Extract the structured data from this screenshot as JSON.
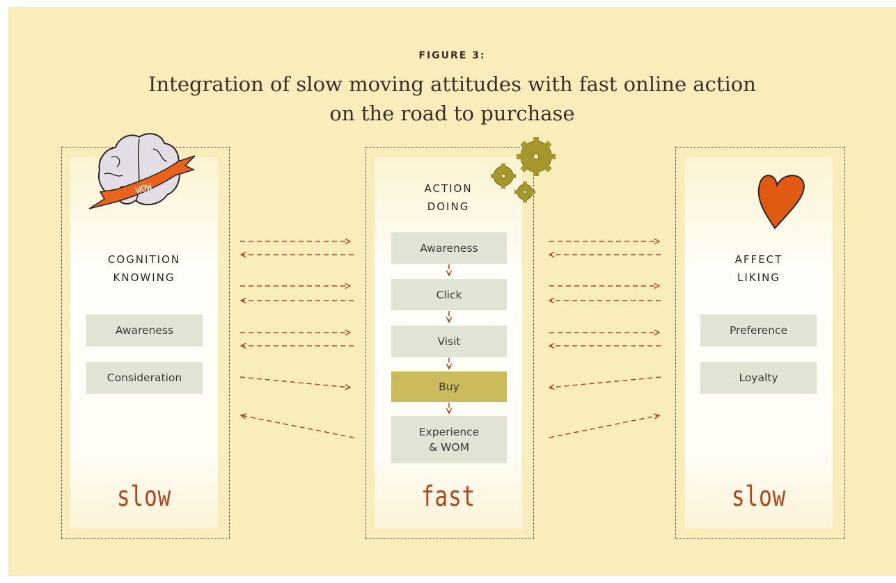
{
  "figure": {
    "label": "FIGURE 3:",
    "title_line1": "Integration of slow moving attitudes with fast online action",
    "title_line2": "on the road to purchase"
  },
  "columns": {
    "left": {
      "heading_line1": "COGNITION",
      "heading_line2": "KNOWING",
      "items": [
        "Awareness",
        "Consideration"
      ],
      "speed": "slow",
      "illustration": "brain-icon",
      "banner_text": "WOW"
    },
    "center": {
      "heading_line1": "ACTION",
      "heading_line2": "DOING",
      "items": [
        "Awareness",
        "Click",
        "Visit",
        "Buy",
        "Experience",
        "& WOM"
      ],
      "speed": "fast",
      "illustration": "gears-icon"
    },
    "right": {
      "heading_line1": "AFFECT",
      "heading_line2": "LIKING",
      "items": [
        "Preference",
        "Loyalty"
      ],
      "speed": "slow",
      "illustration": "heart-icon"
    }
  },
  "colors": {
    "background": "#f9eebb",
    "arrow": "#b4441b",
    "box": "#e1e3d4",
    "highlight_box": "#cbbb5c",
    "speed_text": "#b4441b"
  }
}
